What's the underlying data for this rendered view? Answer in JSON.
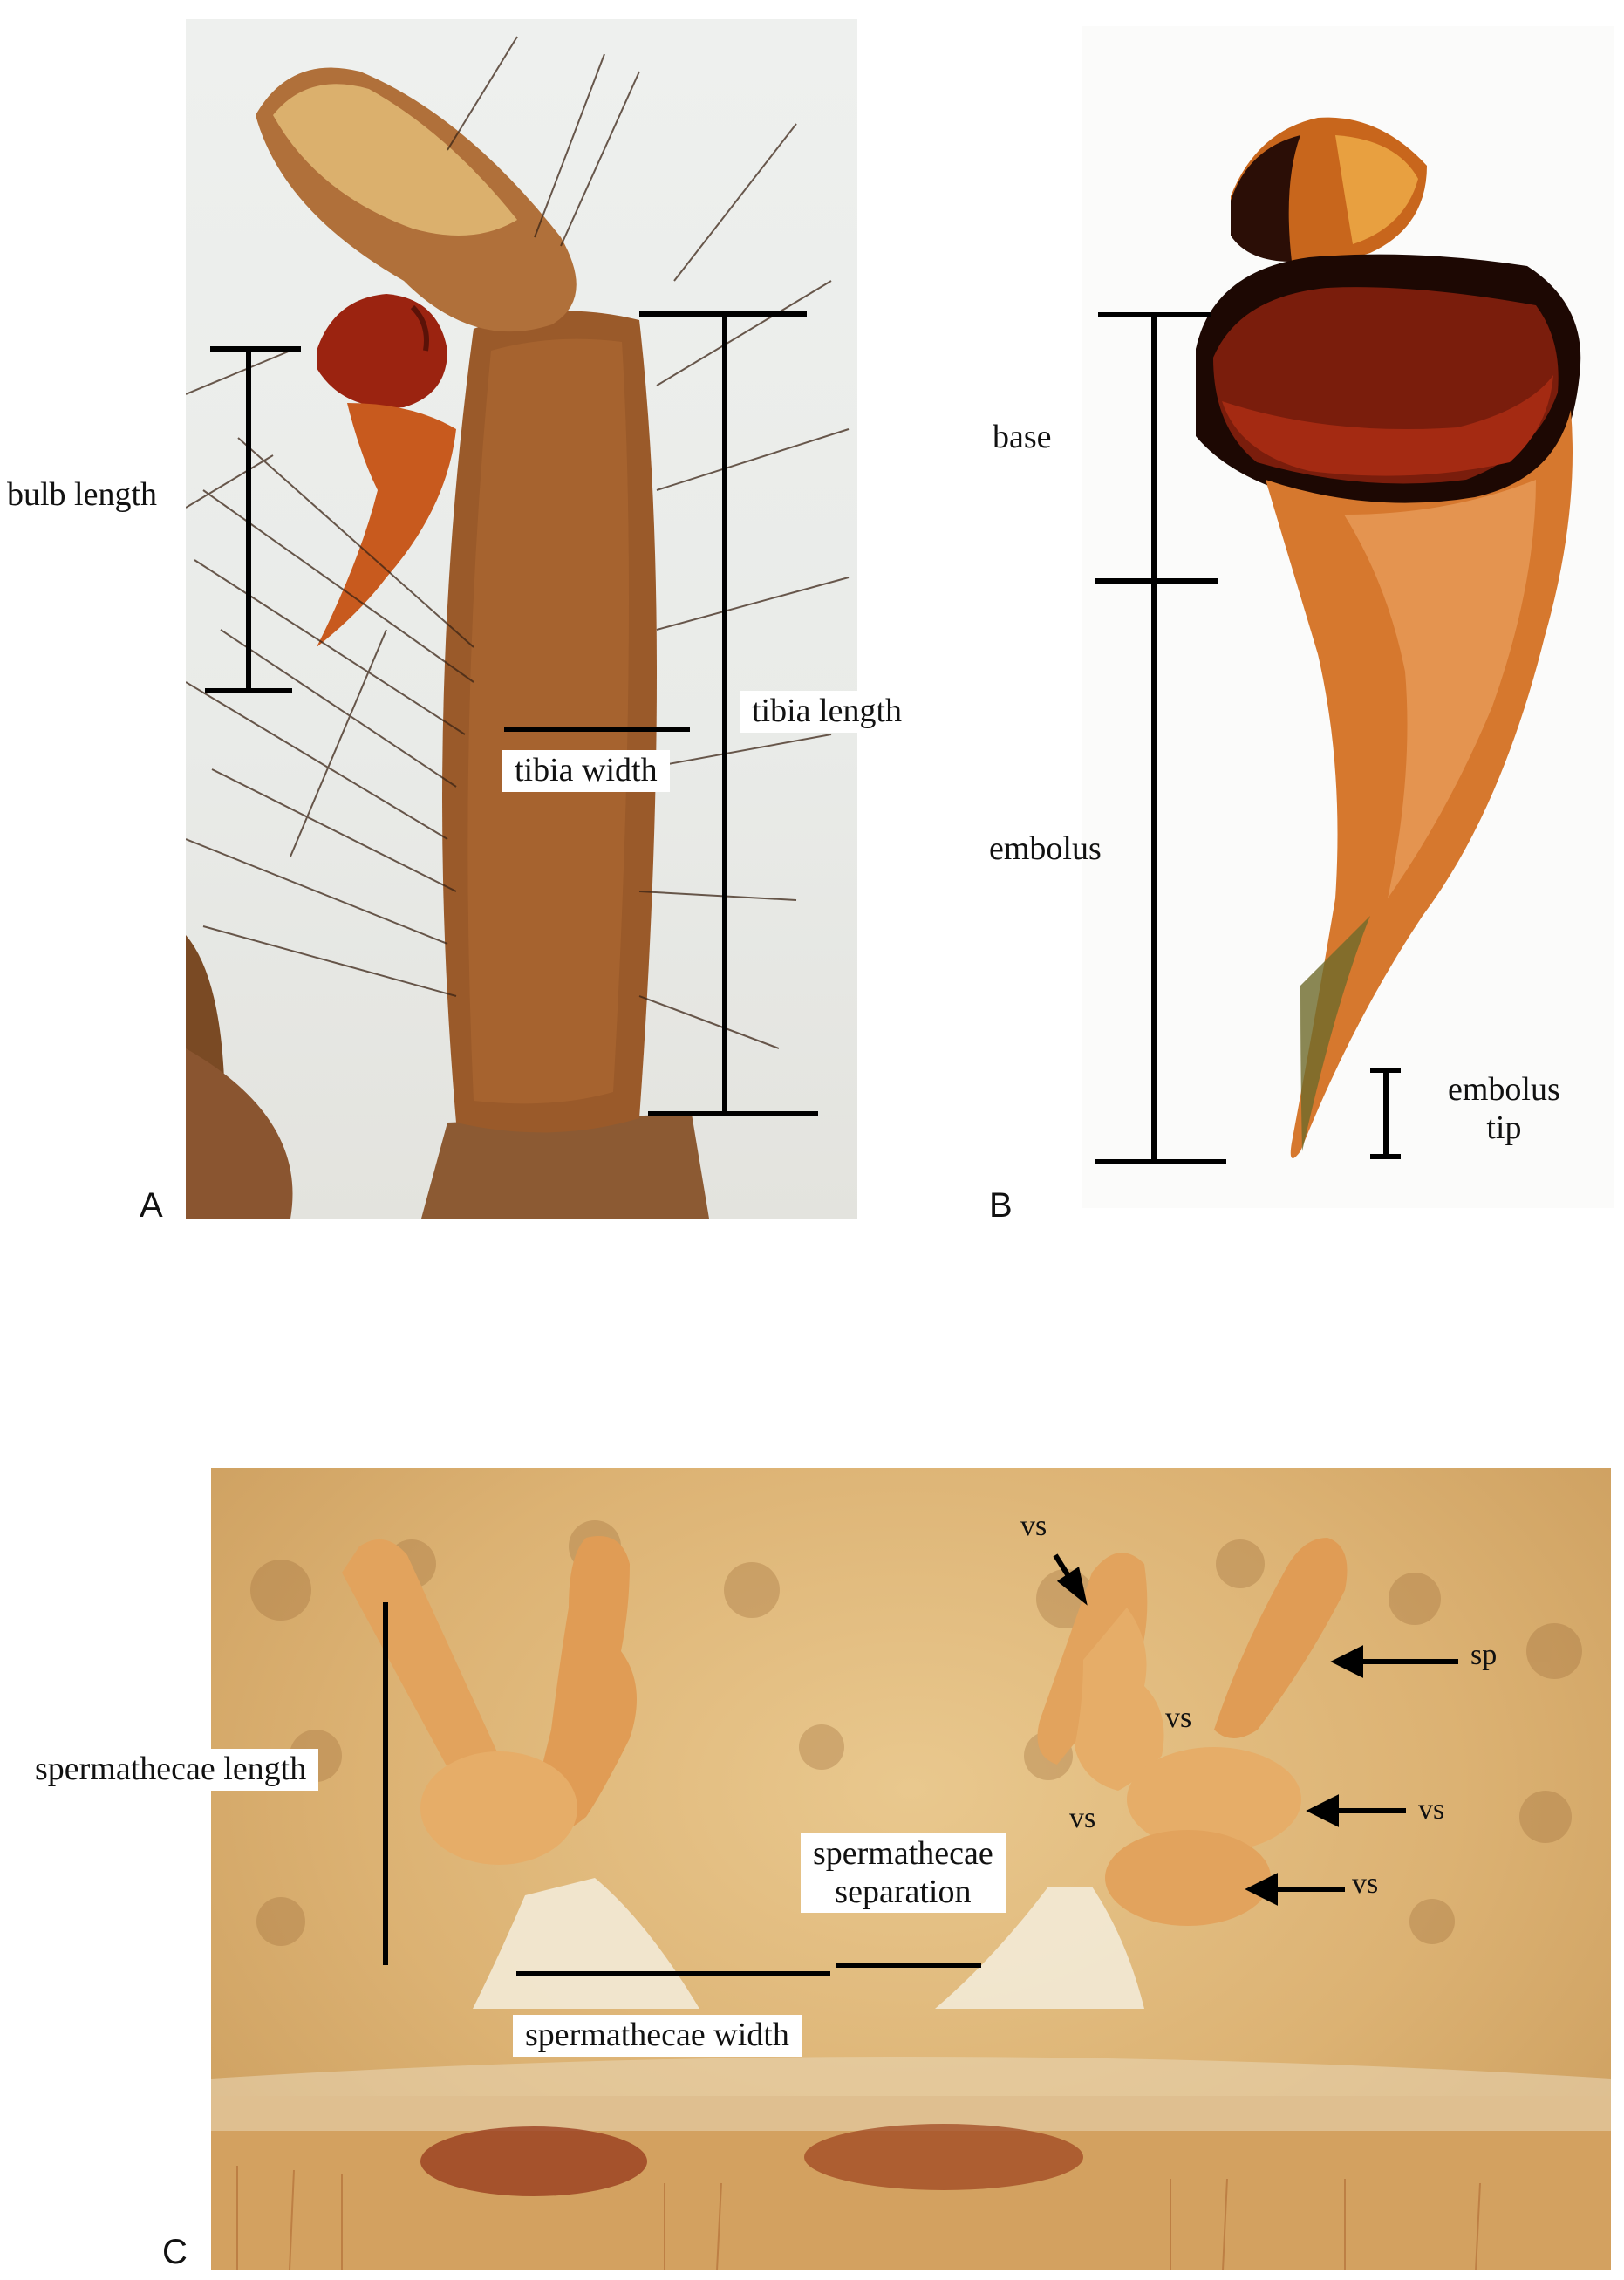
{
  "figure": {
    "panels": [
      {
        "id": "A",
        "label": "A"
      },
      {
        "id": "B",
        "label": "B"
      },
      {
        "id": "C",
        "label": "C"
      }
    ]
  },
  "panel_a": {
    "bulb_length": "bulb length",
    "tibia_width": "tibia width",
    "tibia_length": "tibia length"
  },
  "panel_b": {
    "base": "base",
    "embolus": "embolus",
    "embolus_tip_line1": "embolus",
    "embolus_tip_line2": "tip"
  },
  "panel_c": {
    "spermathecae_length": "spermathecae length",
    "spermathecae_separation_line1": "spermathecae",
    "spermathecae_separation_line2": "separation",
    "spermathecae_width": "spermathecae width",
    "vs_1": "vs",
    "vs_2": "vs",
    "vs_3": "vs",
    "vs_4": "vs",
    "vs_5": "vs",
    "sp": "sp"
  },
  "colors": {
    "background": "#ffffff",
    "measure_lines": "#000000",
    "tibia": "#9a5a2a",
    "bulb": "#9b2310",
    "embolus": "#d2691e",
    "spermathecae": "#e2a35d"
  }
}
